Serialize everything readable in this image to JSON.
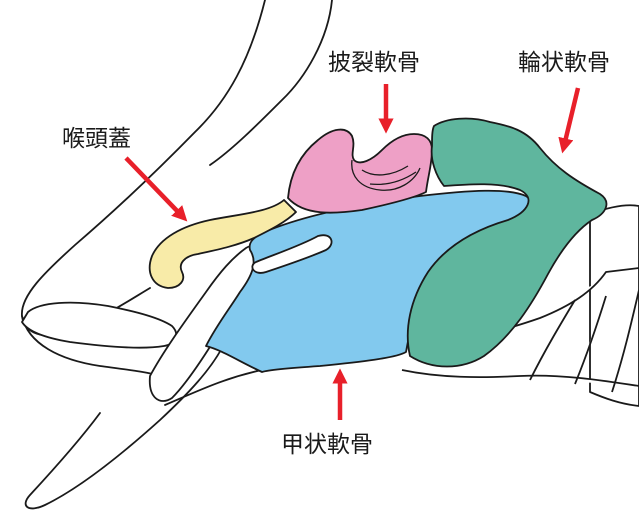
{
  "labels": {
    "arytenoid": "披裂軟骨",
    "cricoid": "輪状軟骨",
    "epiglottis": "喉頭蓋",
    "thyroid": "甲状軟骨"
  },
  "colors": {
    "epiglottis": "#f8eba8",
    "arytenoid": "#eea0c6",
    "thyroid": "#82c9ee",
    "cricoid": "#5fb69e",
    "outline": "#1a1a1a",
    "arrow": "#e8202a"
  }
}
